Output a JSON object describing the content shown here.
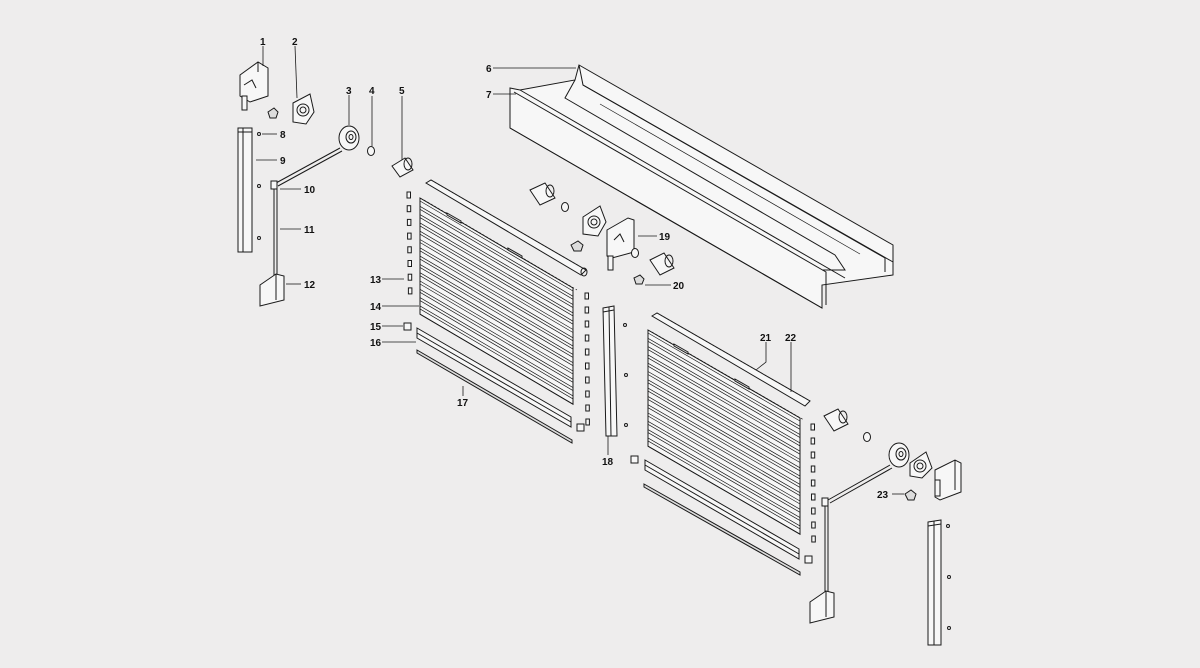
{
  "diagram": {
    "callouts": [
      {
        "id": "c1",
        "text": "1"
      },
      {
        "id": "c2",
        "text": "2"
      },
      {
        "id": "c3",
        "text": "3"
      },
      {
        "id": "c4",
        "text": "4"
      },
      {
        "id": "c5",
        "text": "5"
      },
      {
        "id": "c6",
        "text": "6"
      },
      {
        "id": "c7",
        "text": "7"
      },
      {
        "id": "c8",
        "text": "8"
      },
      {
        "id": "c9",
        "text": "9"
      },
      {
        "id": "c10",
        "text": "10"
      },
      {
        "id": "c11",
        "text": "11"
      },
      {
        "id": "c12",
        "text": "12"
      },
      {
        "id": "c13",
        "text": "13"
      },
      {
        "id": "c14",
        "text": "14"
      },
      {
        "id": "c15",
        "text": "15"
      },
      {
        "id": "c16",
        "text": "16"
      },
      {
        "id": "c17",
        "text": "17"
      },
      {
        "id": "c18",
        "text": "18"
      },
      {
        "id": "c19",
        "text": "19"
      },
      {
        "id": "c20",
        "text": "20"
      },
      {
        "id": "c21",
        "text": "21"
      },
      {
        "id": "c22",
        "text": "22"
      },
      {
        "id": "c23",
        "text": "23"
      }
    ],
    "colors": {
      "background": "#eeeded",
      "line": "#1a1a1a",
      "part_fill": "#f7f7f7"
    }
  }
}
